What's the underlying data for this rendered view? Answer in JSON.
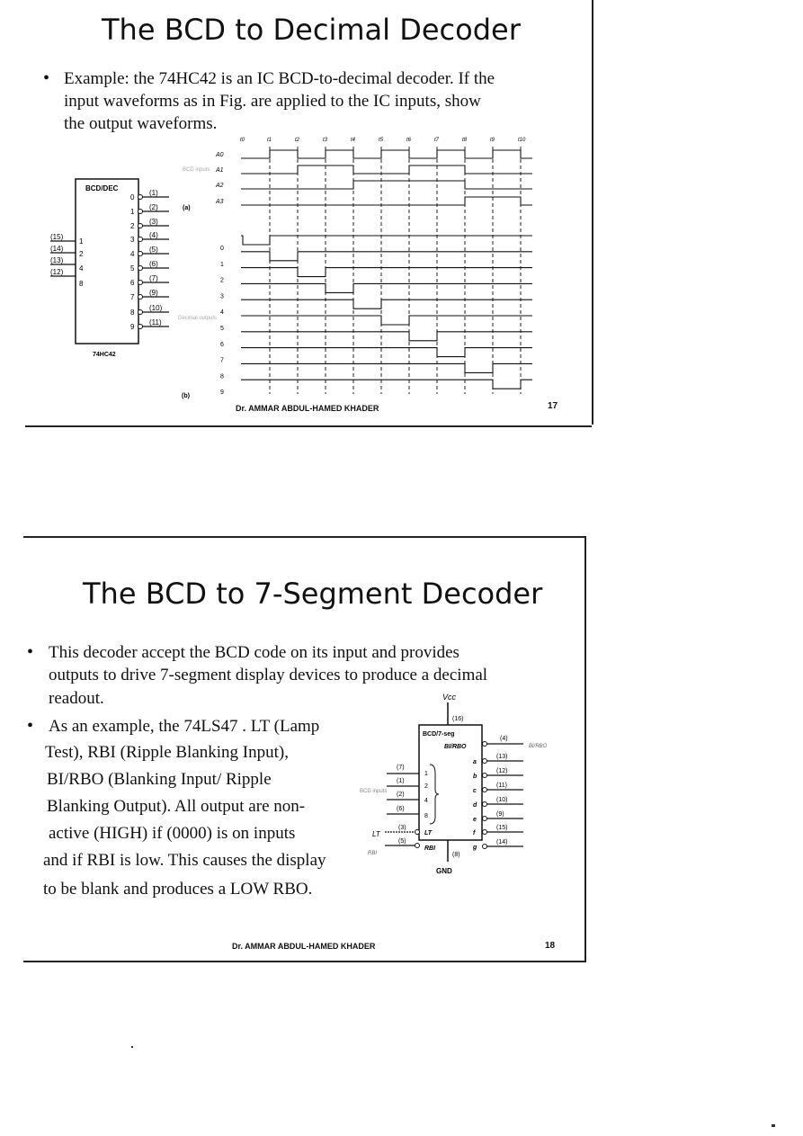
{
  "slide1": {
    "title": "The BCD to Decimal Decoder",
    "bullet_line1": "Example: the 74HC42 is an IC BCD-to-decimal decoder. If the",
    "bullet_line2": "input waveforms as in Fig. are applied to the IC inputs, show",
    "bullet_line3": "the output waveforms.",
    "chip": {
      "title": "BCD/DEC",
      "part": "74HC42",
      "input_pins": [
        "(15)",
        "(14)",
        "(13)",
        "(12)"
      ],
      "input_weights": [
        "1",
        "2",
        "4",
        "8"
      ],
      "output_numbers": [
        "0",
        "1",
        "2",
        "3",
        "4",
        "5",
        "6",
        "7",
        "8",
        "9"
      ],
      "output_pins": [
        "(1)",
        "(2)",
        "(3)",
        "(4)",
        "(5)",
        "(6)",
        "(7)",
        "(9)",
        "(10)",
        "(11)"
      ]
    },
    "timing": {
      "time_labels": [
        "t0",
        "t1",
        "t2",
        "t3",
        "t4",
        "t5",
        "t6",
        "t7",
        "t8",
        "t9",
        "t10"
      ],
      "input_names": [
        "A0",
        "A1",
        "A2",
        "A3"
      ],
      "output_names": [
        "0",
        "1",
        "2",
        "3",
        "4",
        "5",
        "6",
        "7",
        "8",
        "9"
      ],
      "label_a": "(a)",
      "label_b": "(b)",
      "inputs_caption": "BCD inputs",
      "outputs_caption": "Decimal outputs"
    },
    "footer": "Dr. AMMAR ABDUL-HAMED KHADER",
    "page_number": "17"
  },
  "slide2": {
    "title": "The BCD to 7-Segment Decoder",
    "bullet1_line1": "This decoder accept the BCD code on its input and provides",
    "bullet1_line2": "outputs to drive 7-segment display devices to produce a decimal",
    "bullet1_line3": "readout.",
    "bullet2_line1": "As an example, the 74LS47 .  LT (Lamp",
    "bullet2_line2": "Test), RBI (Ripple Blanking Input),",
    "bullet2_line3": "BI/RBO (Blanking Input/ Ripple",
    "bullet2_line4": "Blanking Output). All output are non-",
    "bullet2_line5": "active (HIGH) if (0000) is on inputs",
    "bullet2_line6": "and if RBI is low. This causes the display",
    "bullet2_line7": "to be blank and produces a LOW RBO.",
    "chip": {
      "title": "BCD/7-seg",
      "bi_rbo": "BI/RBO",
      "vcc": "Vcc",
      "vcc_pin": "(16)",
      "gnd": "GND",
      "gnd_pin": "(8)",
      "input_pins": [
        "(7)",
        "(1)",
        "(2)",
        "(6)"
      ],
      "input_weights": [
        "1",
        "2",
        "4",
        "8"
      ],
      "inputs_caption": "BCD inputs",
      "lt_pin": "(3)",
      "rbi_pin": "(5)",
      "lt_label": "LT",
      "rbi_label": "RBI",
      "lt_ext": "LT",
      "rbi_ext": "RBI",
      "bi_pin": "(4)",
      "bi_ext": "BI/RBO",
      "segments": [
        "a",
        "b",
        "c",
        "d",
        "e",
        "f",
        "g"
      ],
      "segment_pins": [
        "(13)",
        "(12)",
        "(11)",
        "(10)",
        "(9)",
        "(15)",
        "(14)"
      ]
    },
    "footer": "Dr. AMMAR ABDUL-HAMED KHADER",
    "page_number": "18"
  }
}
